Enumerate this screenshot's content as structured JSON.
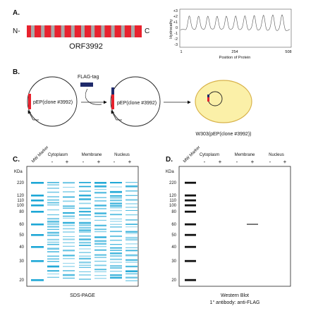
{
  "panelA": {
    "label": "A.",
    "n_term": "N-",
    "c_term": "C",
    "orf_name": "ORF3992",
    "colors": {
      "bar": "#e8222e",
      "segment": "#a9a9a9"
    },
    "segments": 11,
    "plot": {
      "y_label": "Hydrocathy",
      "y_ticks": [
        "+3",
        "+2",
        "+1",
        "0",
        "-1",
        "-2",
        "-3"
      ],
      "x_ticks": [
        "1",
        "254",
        "508"
      ],
      "x_label": "Position of Protein"
    }
  },
  "panelB": {
    "label": "B.",
    "plasmid_label_1": "pEP(clone #3992)",
    "tag_label": "FLAG-tag",
    "plasmid_label_2": "pEP(clone #3992)",
    "strain_label": "W303(pEP(clone #3992))",
    "colors": {
      "insert": "#e8222e",
      "tag": "#1f2a6b",
      "cell": "#fbf0a8",
      "cell_border": "#d8b24a"
    }
  },
  "panelC": {
    "label": "C.",
    "marker": "MW Marker",
    "groups": [
      "Cytoplasm",
      "Membrane",
      "Nucleus"
    ],
    "signs": [
      "-",
      "+",
      "-",
      "+",
      "-",
      "+"
    ],
    "unit": "KDa",
    "mw": [
      "220",
      "120",
      "110",
      "100",
      "80",
      "60",
      "50",
      "40",
      "30",
      "20"
    ],
    "caption": "SDS-PAGE",
    "color": "#1da7d6"
  },
  "panelD": {
    "label": "D.",
    "marker": "MW Marker",
    "groups": [
      "Cytoplasm",
      "Membrane",
      "Nucleus"
    ],
    "signs": [
      "-",
      "+",
      "-",
      "+",
      "-",
      "+"
    ],
    "unit": "KDa",
    "mw": [
      "220",
      "120",
      "110",
      "100",
      "80",
      "60",
      "50",
      "40",
      "30",
      "20"
    ],
    "caption1": "Western Blot",
    "caption2": "1° antibody: anti-FLAG",
    "detected_band_kda": 60
  }
}
